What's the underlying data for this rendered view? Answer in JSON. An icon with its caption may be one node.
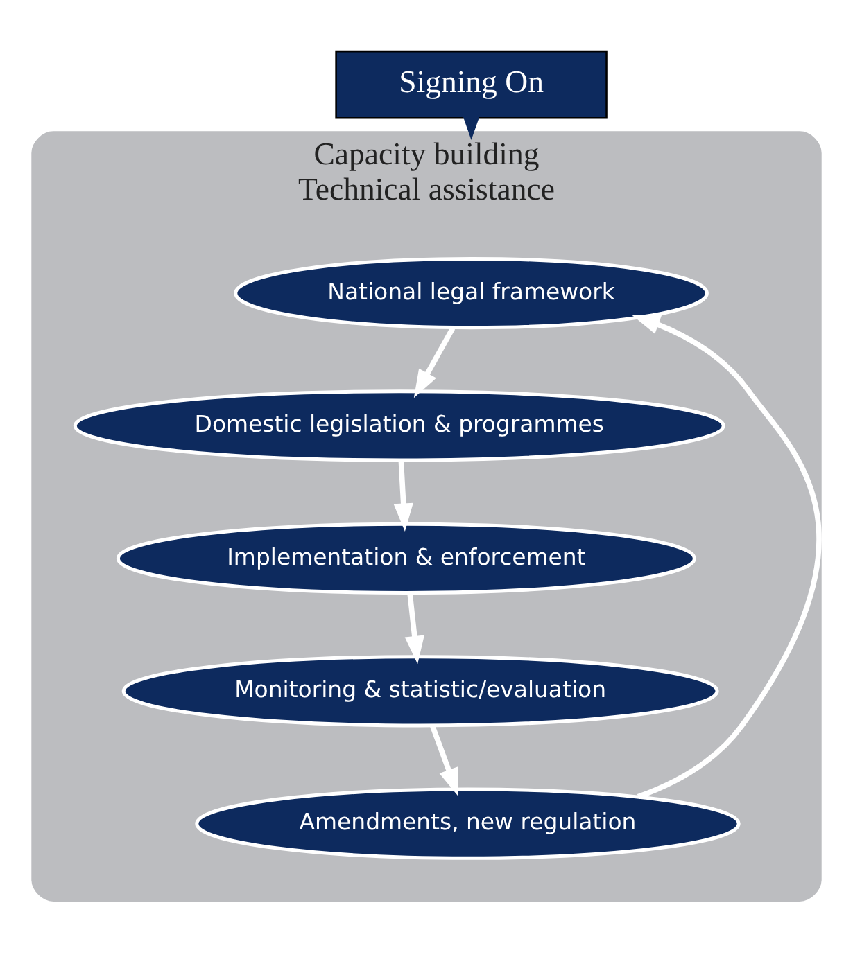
{
  "diagram": {
    "nodes": [
      {
        "text": [
          "Signing On"
        ]
      },
      {
        "text": [
          "Capacity building",
          "Technical assistance"
        ]
      },
      {
        "text": [
          "National legal framework"
        ],
        "in": 1
      },
      {
        "text": [
          "Domestic legislation & programmes"
        ],
        "in": 1
      },
      {
        "text": [
          "Implementation & enforcement"
        ],
        "in": 1
      },
      {
        "text": [
          "Monitoring & statistic/evaluation"
        ],
        "in": 1
      },
      {
        "text": [
          "Amendments, new regulation"
        ],
        "in": 1
      }
    ],
    "edges": [
      {
        "from": 0,
        "to": 1,
        "arrow": "to"
      },
      {
        "from": 2,
        "to": 3,
        "arrow": "to"
      },
      {
        "from": 3,
        "to": 4,
        "arrow": "to"
      },
      {
        "from": 4,
        "to": 5,
        "arrow": "to"
      },
      {
        "from": 5,
        "to": 6,
        "arrow": "to"
      },
      {
        "from": 6,
        "to": 2,
        "arrow": "to"
      }
    ]
  }
}
